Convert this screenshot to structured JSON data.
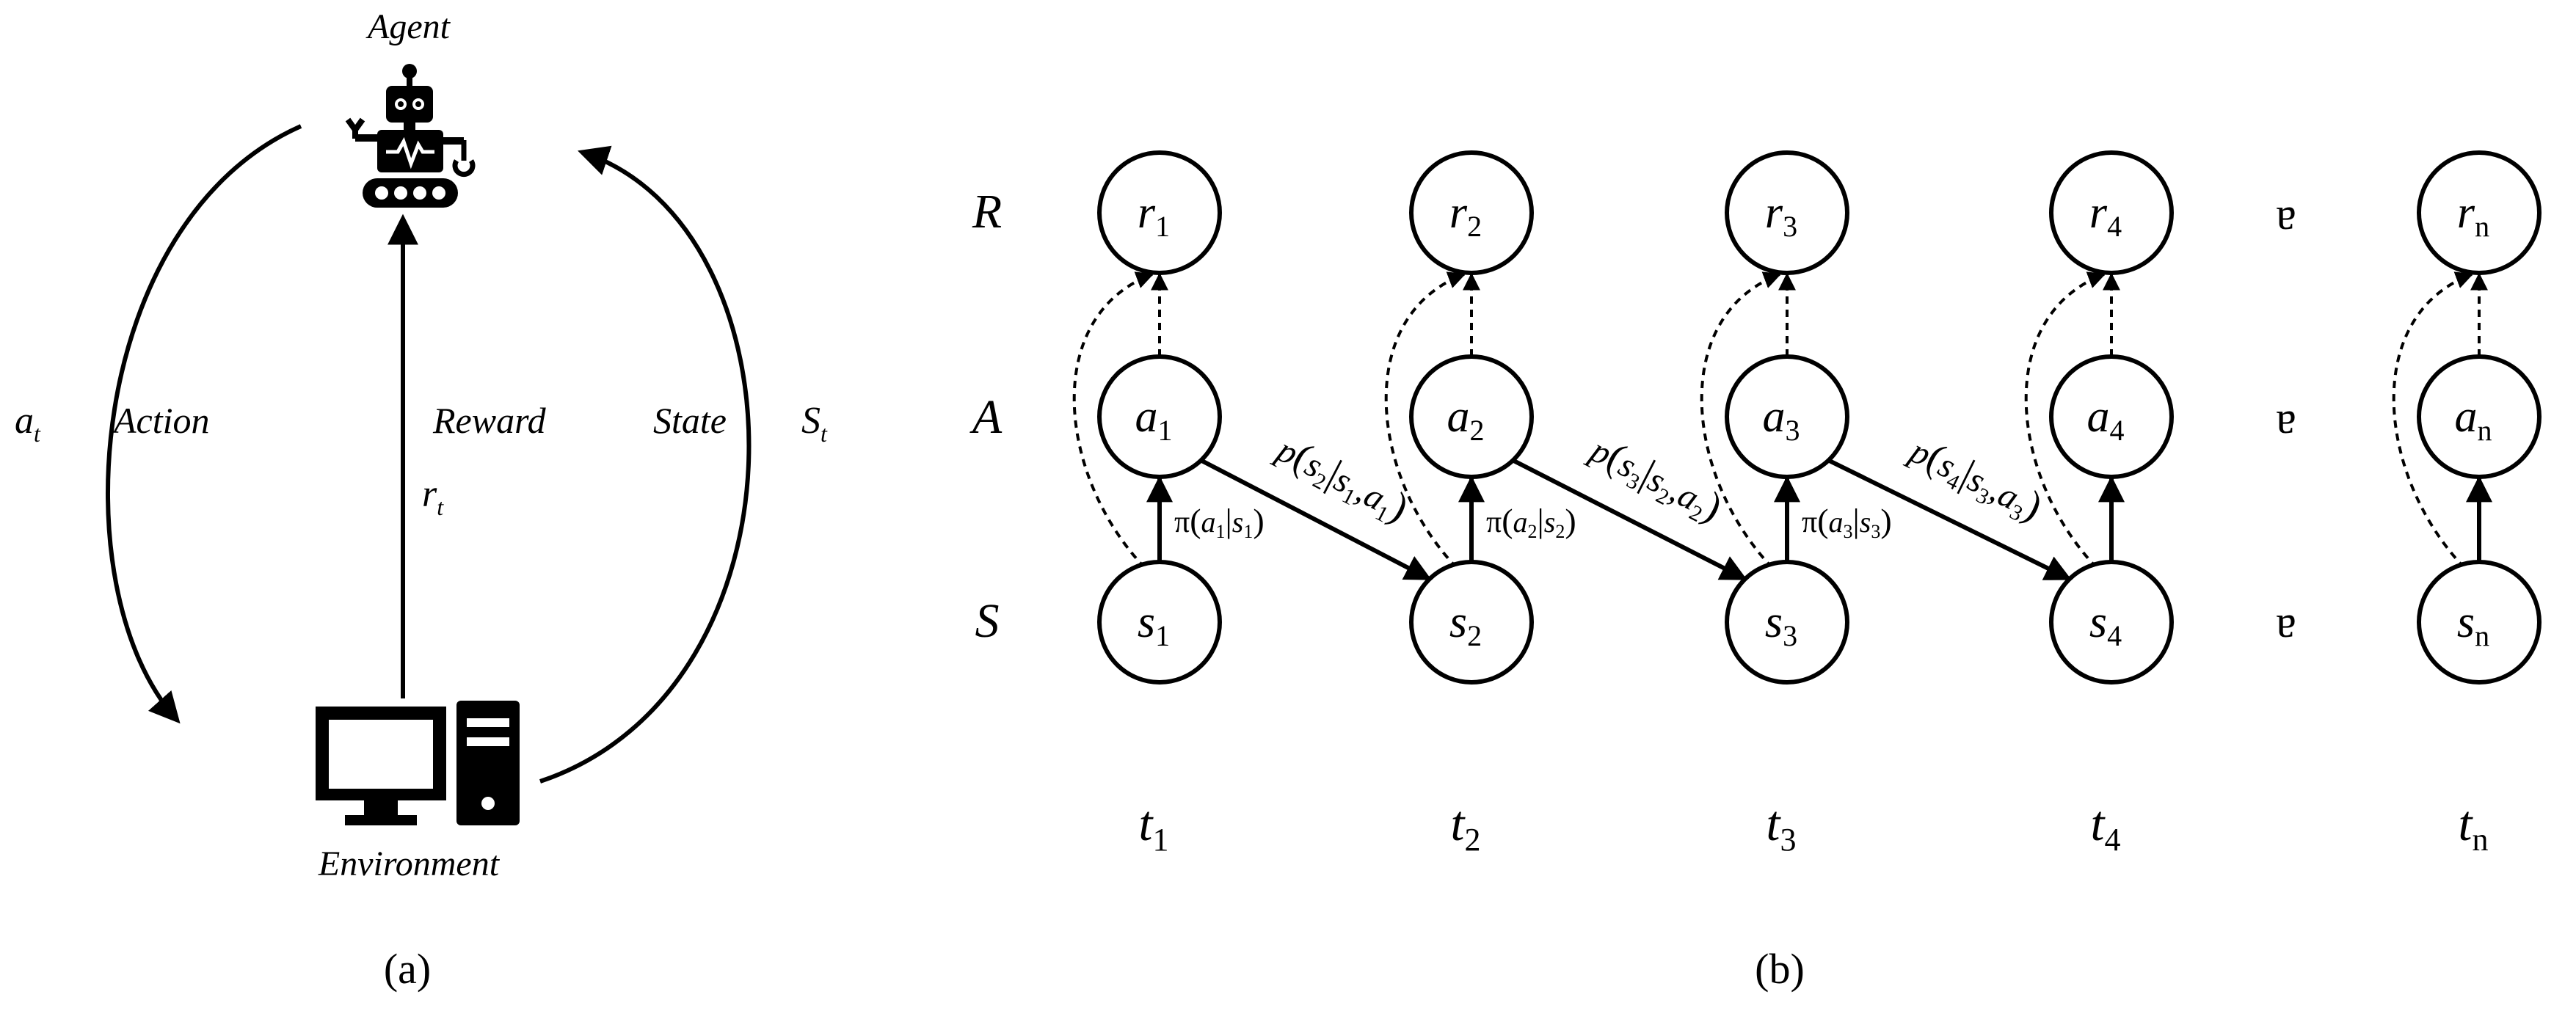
{
  "panel_a": {
    "caption": "(a)",
    "agent_label": "Agent",
    "environment_label": "Environment",
    "action_label": "Action",
    "action_symbol": {
      "base": "a",
      "sub": "t"
    },
    "reward_label": "Reward",
    "reward_symbol": {
      "base": "r",
      "sub": "t"
    },
    "state_label": "State",
    "state_symbol": {
      "base": "S",
      "sub": "t"
    },
    "icons": [
      "robot-icon",
      "computer-icon"
    ]
  },
  "panel_b": {
    "caption": "(b)",
    "rows": {
      "reward": "R",
      "action": "A",
      "state": "S"
    },
    "ellipsis_glyph": "ɐ",
    "columns": [
      {
        "r": {
          "base": "r",
          "sub": "1"
        },
        "a": {
          "base": "a",
          "sub": "1"
        },
        "s": {
          "base": "s",
          "sub": "1"
        },
        "t": {
          "base": "t",
          "sub": "1"
        }
      },
      {
        "r": {
          "base": "r",
          "sub": "2"
        },
        "a": {
          "base": "a",
          "sub": "2"
        },
        "s": {
          "base": "s",
          "sub": "2"
        },
        "t": {
          "base": "t",
          "sub": "2"
        }
      },
      {
        "r": {
          "base": "r",
          "sub": "3"
        },
        "a": {
          "base": "a",
          "sub": "3"
        },
        "s": {
          "base": "s",
          "sub": "3"
        },
        "t": {
          "base": "t",
          "sub": "3"
        }
      },
      {
        "r": {
          "base": "r",
          "sub": "4"
        },
        "a": {
          "base": "a",
          "sub": "4"
        },
        "s": {
          "base": "s",
          "sub": "4"
        },
        "t": {
          "base": "t",
          "sub": "4"
        }
      },
      {
        "r": {
          "base": "r",
          "sub": "n"
        },
        "a": {
          "base": "a",
          "sub": "n"
        },
        "s": {
          "base": "s",
          "sub": "n"
        },
        "t": {
          "base": "t",
          "sub": "n"
        }
      }
    ],
    "policy_labels": [
      {
        "pi": "π",
        "a_sub": "1",
        "s_sub": "1"
      },
      {
        "pi": "π",
        "a_sub": "2",
        "s_sub": "2"
      },
      {
        "pi": "π",
        "a_sub": "3",
        "s_sub": "3"
      }
    ],
    "transition_labels": [
      {
        "p": "p",
        "next_sub": "2",
        "s_sub": "1",
        "a_sub": "1"
      },
      {
        "p": "p",
        "next_sub": "3",
        "s_sub": "2",
        "a_sub": "2"
      },
      {
        "p": "p",
        "next_sub": "4",
        "s_sub": "3",
        "a_sub": "3"
      }
    ]
  }
}
